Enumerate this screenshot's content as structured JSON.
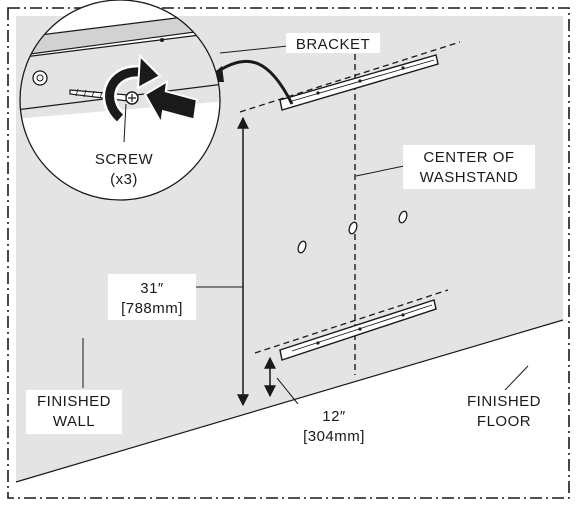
{
  "labels": {
    "bracket": "BRACKET",
    "screw": "SCREW",
    "screw_count": "(x3)",
    "center_line1": "CENTER OF",
    "center_line2": "WASHSTAND",
    "height_in": "31″",
    "height_mm": "[788mm]",
    "gap_in": "12″",
    "gap_mm": "[304mm]",
    "wall_line1": "FINISHED",
    "wall_line2": "WALL",
    "floor_line1": "FINISHED",
    "floor_line2": "FLOOR"
  },
  "colors": {
    "wall": "#e4e4e4",
    "line": "#1a1a1a",
    "background": "#ffffff"
  },
  "icons": {
    "rotate": "curved-rotate-arrow-icon",
    "push": "push-arrow-icon"
  }
}
